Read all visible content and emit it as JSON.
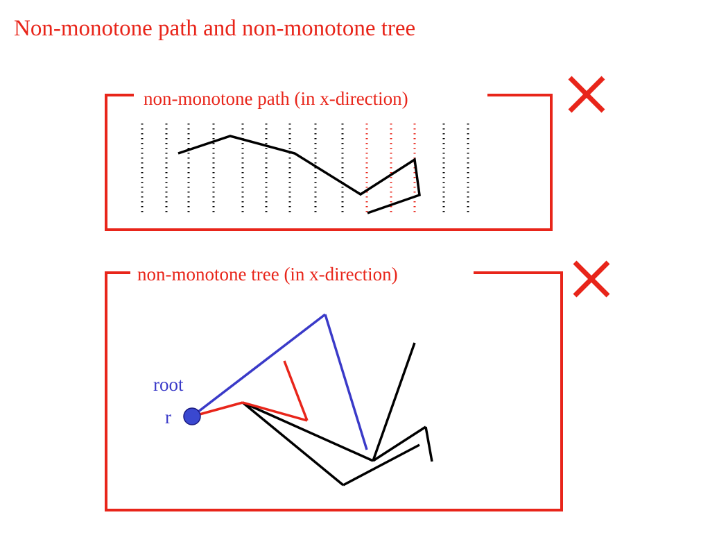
{
  "title": "Non-monotone path and non-monotone tree",
  "colors": {
    "frame": "#e8251a",
    "cross": "#e8251a",
    "path": "#000000",
    "highlight_red": "#e8251a",
    "tree_blue": "#3a3ac8",
    "root_fill": "#3a48d0",
    "root_stroke": "#1a1a80",
    "dotted": "#000000"
  },
  "panels": {
    "path": {
      "caption": "non-monotone path (in x-direction)",
      "verdict_icon": "red-x-icon"
    },
    "tree": {
      "caption": "non-monotone tree (in x-direction)",
      "verdict_icon": "red-x-icon",
      "root_label": "root",
      "root_node_label": "r"
    }
  }
}
